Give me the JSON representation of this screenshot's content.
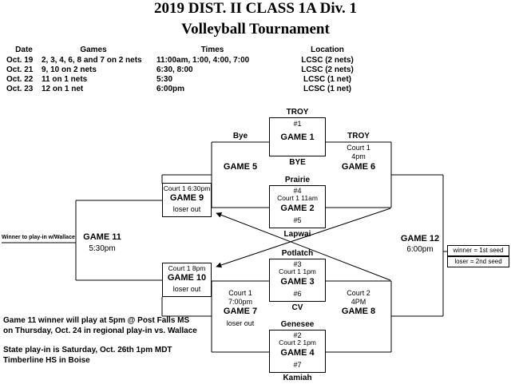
{
  "title": {
    "line1": "2019 DIST. II CLASS 1A Div. 1",
    "line2": "Volleyball Tournament"
  },
  "schedule": {
    "headers": {
      "date": "Date",
      "games": "Games",
      "times": "Times",
      "location": "Location"
    },
    "rows": [
      {
        "date": "Oct. 19",
        "games": "2, 3, 4, 6, 8  and 7 on 2 nets",
        "times": "11:00am, 1:00, 4:00, 7:00",
        "location": "LCSC (2 nets)"
      },
      {
        "date": "Oct. 21",
        "games": "9, 10 on 2 nets",
        "times": "6:30, 8:00",
        "location": "LCSC (2 nets)"
      },
      {
        "date": "Oct. 22",
        "games": "11 on 1 nets",
        "times": "5:30",
        "location": "LCSC (1 net)"
      },
      {
        "date": "Oct. 23",
        "games": "12 on 1 net",
        "times": "6:00pm",
        "location": "LCSC (1 net)"
      }
    ]
  },
  "bracket": {
    "game1": {
      "team_above": "TROY",
      "seed": "#1",
      "label": "GAME 1",
      "bye_left": "Bye",
      "winner_right": "TROY",
      "team_below": "BYE"
    },
    "game2": {
      "team_above": "Prairie",
      "seed_top": "#4",
      "court": "Court 1 11am",
      "label": "GAME 2",
      "seed_bottom": "#5",
      "team_below": "Lapwai"
    },
    "game3": {
      "team_above": "Potlatch",
      "seed_top": "#3",
      "court": "Court 1 1pm",
      "label": "GAME 3",
      "seed_bottom": "#6",
      "team_below": "CV"
    },
    "game4": {
      "team_above": "Genesee",
      "seed_top": "#2",
      "court": "Court 2 1pm",
      "label": "GAME 4",
      "seed_bottom": "#7",
      "team_below": "Kamiah"
    },
    "game5": {
      "label": "GAME 5"
    },
    "game6": {
      "court": "Court 1",
      "time": "4pm",
      "label": "GAME 6"
    },
    "game7": {
      "court": "Court 1",
      "time": "7:00pm",
      "label": "GAME 7",
      "note": "loser out"
    },
    "game8": {
      "court": "Court 2",
      "time": "4PM",
      "label": "GAME 8"
    },
    "game9": {
      "court_time": "Court 1 6:30pm",
      "label": "GAME 9",
      "note": "loser out"
    },
    "game10": {
      "court_time": "Court 1 8pm",
      "label": "GAME 10",
      "note": "loser out"
    },
    "game11": {
      "label": "GAME 11",
      "time": "5:30pm",
      "winner_note": "Winner to play-in w/Wallace"
    },
    "game12": {
      "label": "GAME 12",
      "time": "6:00pm",
      "first_seed_note": "winner = 1st seed",
      "second_seed_note": "loser = 2nd seed"
    }
  },
  "footer": {
    "line1": "Game 11 winner will play at 5pm @ Post Falls MS",
    "line2": "on Thursday, Oct. 24 in regional play-in vs. Wallace",
    "line3": "State play-in is Saturday, Oct. 26th 1pm MDT",
    "line4": "Timberline HS in Boise"
  }
}
